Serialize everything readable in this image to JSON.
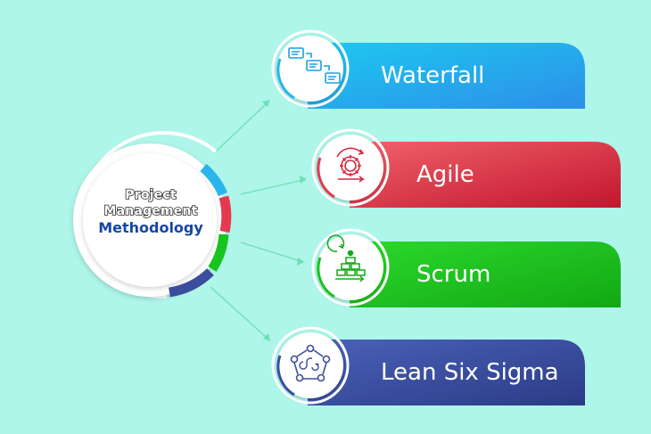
{
  "hub": {
    "line1": "Project",
    "line2": "Management",
    "line3": "Methodology"
  },
  "methods": [
    {
      "label": "Waterfall",
      "color": "#2ab4ec",
      "icon": "waterfall-flow-icon"
    },
    {
      "label": "Agile",
      "color": "#e4394f",
      "icon": "agile-gear-cycle-icon"
    },
    {
      "label": "Scrum",
      "color": "#19c41e",
      "icon": "scrum-sprint-icon"
    },
    {
      "label": "Lean Six Sigma",
      "color": "#3b4d9d",
      "icon": "six-sigma-cycle-icon"
    }
  ],
  "colors": {
    "background": "#aef5ea",
    "connector": "#6ee0b4",
    "hub_segments": [
      "#2ab4ec",
      "#e4394f",
      "#19c41e",
      "#3b4d9d"
    ]
  }
}
